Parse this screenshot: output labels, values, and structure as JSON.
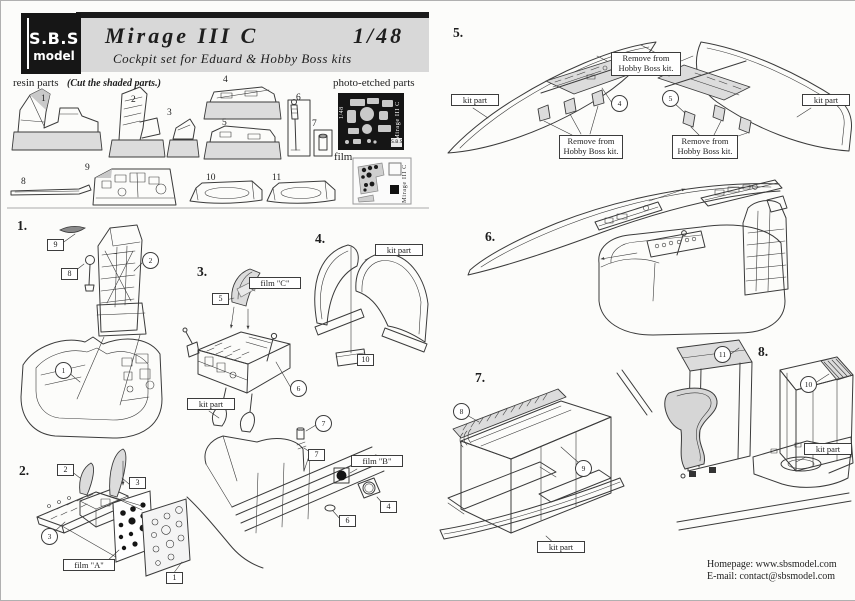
{
  "header": {
    "logo_top": "S.B.S",
    "logo_bottom": "model",
    "title": "Mirage III C",
    "scale": "1/48",
    "subtitle": "Cockpit set for Eduard & Hobby Boss kits"
  },
  "parts_section": {
    "resin_label": "resin parts",
    "cut_note": "(Cut the shaded parts.)",
    "pe_label": "photo-etched parts",
    "film_label": "film",
    "resin_part_numbers": [
      "1",
      "2",
      "3",
      "4",
      "5",
      "6",
      "7",
      "8",
      "9",
      "10",
      "11"
    ],
    "pe_fret": {
      "scale": "1/48",
      "name": "Mirage III C",
      "brand": "S.B.S"
    },
    "film_sheet": {
      "name": "Mirage III C"
    }
  },
  "labels": {
    "kit_part": "kit part",
    "remove_hobby": "Remove from Hobby Boss kit.",
    "film_a": "film \"A\"",
    "film_b": "film \"B\"",
    "film_c": "film \"C\""
  },
  "steps": [
    {
      "num": "1."
    },
    {
      "num": "2."
    },
    {
      "num": "3."
    },
    {
      "num": "4."
    },
    {
      "num": "5."
    },
    {
      "num": "6."
    },
    {
      "num": "7."
    },
    {
      "num": "8."
    }
  ],
  "callouts": {
    "step1": {
      "pe9": "9",
      "pe8": "8",
      "resin2": "2",
      "resin1": "1"
    },
    "step2": {
      "pe2": "2",
      "pe3": "3",
      "resin3": "3",
      "pe1": "1"
    },
    "step3": {
      "pe5": "5",
      "resin6": "6",
      "resin7": "7",
      "pe7": "7",
      "pe4": "4",
      "pe6": "6"
    },
    "step4": {
      "pe10": "10"
    },
    "step5": {
      "resin4": "4",
      "resin5": "5"
    },
    "step7": {
      "resin8": "8",
      "resin9": "9"
    },
    "step8": {
      "resin11": "11",
      "resin10": "10"
    }
  },
  "footer": {
    "homepage": "Homepage: www.sbsmodel.com",
    "email": "E-mail: contact@sbsmodel.com"
  },
  "colors": {
    "header_panel": "#d8d8d8",
    "ink": "#3b3b3b",
    "pe_fret_black": "#151515"
  }
}
